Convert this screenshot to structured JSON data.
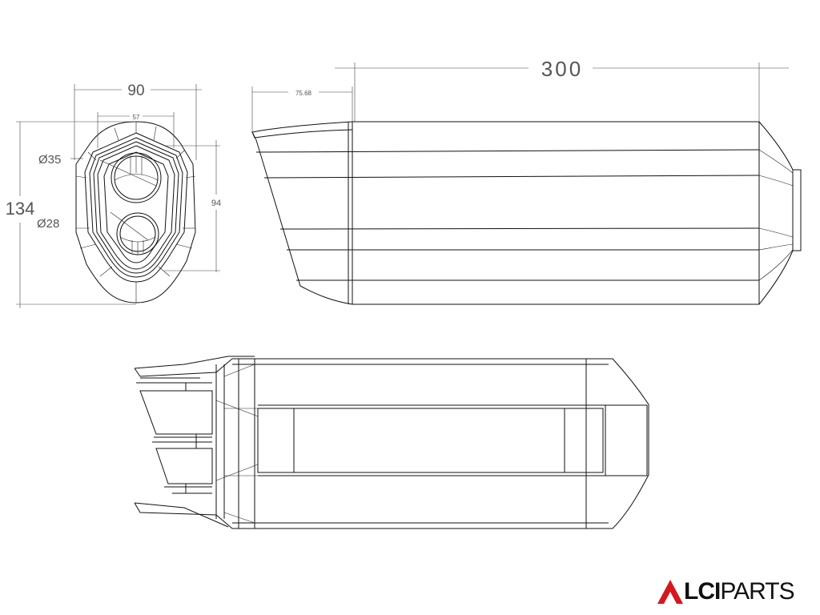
{
  "dimensions": {
    "width_end": "90",
    "inner_width": "57",
    "outlet_large": "Ø35",
    "outlet_small": "Ø28",
    "height_total": "134",
    "height_inner": "94",
    "length": "300",
    "cone_length": "75.68"
  },
  "logo": {
    "bold": "LCI",
    "light": "PARTS",
    "accent_color": "#d7161e"
  }
}
